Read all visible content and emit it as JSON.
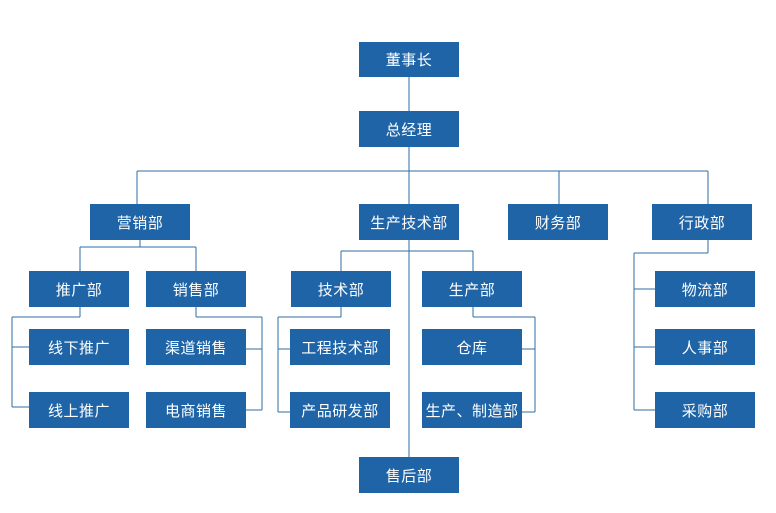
{
  "org_chart": {
    "chairman": "董事长",
    "general_manager": "总经理",
    "marketing": {
      "label": "营销部",
      "promotion": {
        "label": "推广部",
        "offline": "线下推广",
        "online": "线上推广"
      },
      "sales": {
        "label": "销售部",
        "channel": "渠道销售",
        "ecommerce": "电商销售"
      }
    },
    "production_tech": {
      "label": "生产技术部",
      "tech": {
        "label": "技术部",
        "engineering": "工程技术部",
        "rnd": "产品研发部"
      },
      "production": {
        "label": "生产部",
        "warehouse": "仓库",
        "manufacturing": "生产、制造部"
      },
      "after_sales": "售后部"
    },
    "finance": "财务部",
    "admin": {
      "label": "行政部",
      "logistics": "物流部",
      "hr": "人事部",
      "purchasing": "采购部"
    }
  }
}
